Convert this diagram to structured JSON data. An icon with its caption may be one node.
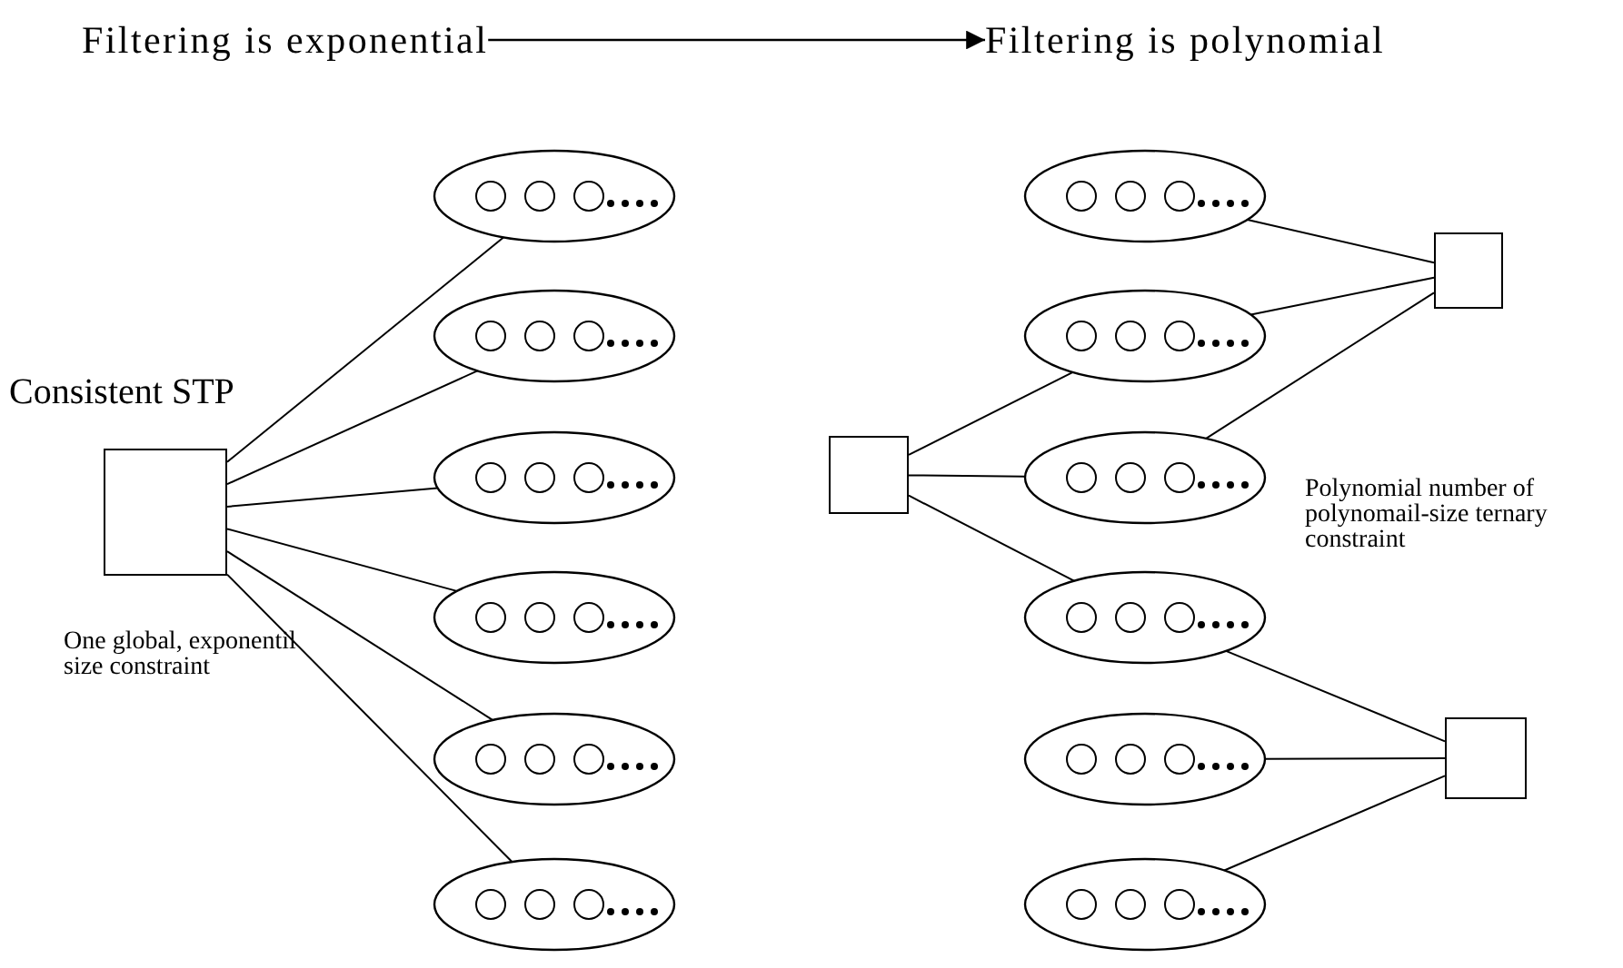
{
  "diagram": {
    "nodes": [
      {
        "text": [
          "Filtering is exponential"
        ]
      },
      {
        "text": [
          "Filtering is polynomial"
        ]
      },
      {
        "text": [],
        "shape": "box",
        "beside": [
          "Consistent STP",
          "One global, exponentil size constraint"
        ]
      },
      {
        "text": [],
        "shape": "ellipse"
      },
      {
        "text": [],
        "shape": "ellipse"
      },
      {
        "text": [],
        "shape": "ellipse"
      },
      {
        "text": [],
        "shape": "ellipse"
      },
      {
        "text": [],
        "shape": "ellipse"
      },
      {
        "text": [],
        "shape": "ellipse"
      },
      {
        "text": [],
        "shape": "box"
      },
      {
        "text": [],
        "shape": "ellipse"
      },
      {
        "text": [],
        "shape": "ellipse"
      },
      {
        "text": [],
        "shape": "ellipse"
      },
      {
        "text": [],
        "shape": "ellipse"
      },
      {
        "text": [],
        "shape": "ellipse"
      },
      {
        "text": [],
        "shape": "ellipse"
      },
      {
        "text": [],
        "shape": "box"
      },
      {
        "text": [],
        "shape": "box"
      }
    ],
    "edges": [
      {
        "from": 0,
        "to": 1,
        "arrow": "to"
      },
      {
        "from": 2,
        "to": 3,
        "arrow": "none"
      },
      {
        "from": 2,
        "to": 4,
        "arrow": "none"
      },
      {
        "from": 2,
        "to": 5,
        "arrow": "none"
      },
      {
        "from": 2,
        "to": 6,
        "arrow": "none"
      },
      {
        "from": 2,
        "to": 7,
        "arrow": "none"
      },
      {
        "from": 2,
        "to": 8,
        "arrow": "none"
      },
      {
        "from": 9,
        "to": 11,
        "arrow": "none"
      },
      {
        "from": 9,
        "to": 12,
        "arrow": "none"
      },
      {
        "from": 9,
        "to": 13,
        "arrow": "none"
      },
      {
        "from": 16,
        "to": 10,
        "arrow": "none"
      },
      {
        "from": 16,
        "to": 11,
        "arrow": "none"
      },
      {
        "from": 16,
        "to": 12,
        "arrow": "none"
      },
      {
        "from": 17,
        "to": 13,
        "arrow": "none"
      },
      {
        "from": 17,
        "to": 14,
        "arrow": "none"
      },
      {
        "from": 17,
        "to": 15,
        "arrow": "none"
      }
    ],
    "labels": [
      "Polynomial number of polynomail-size ternary constraint"
    ]
  }
}
